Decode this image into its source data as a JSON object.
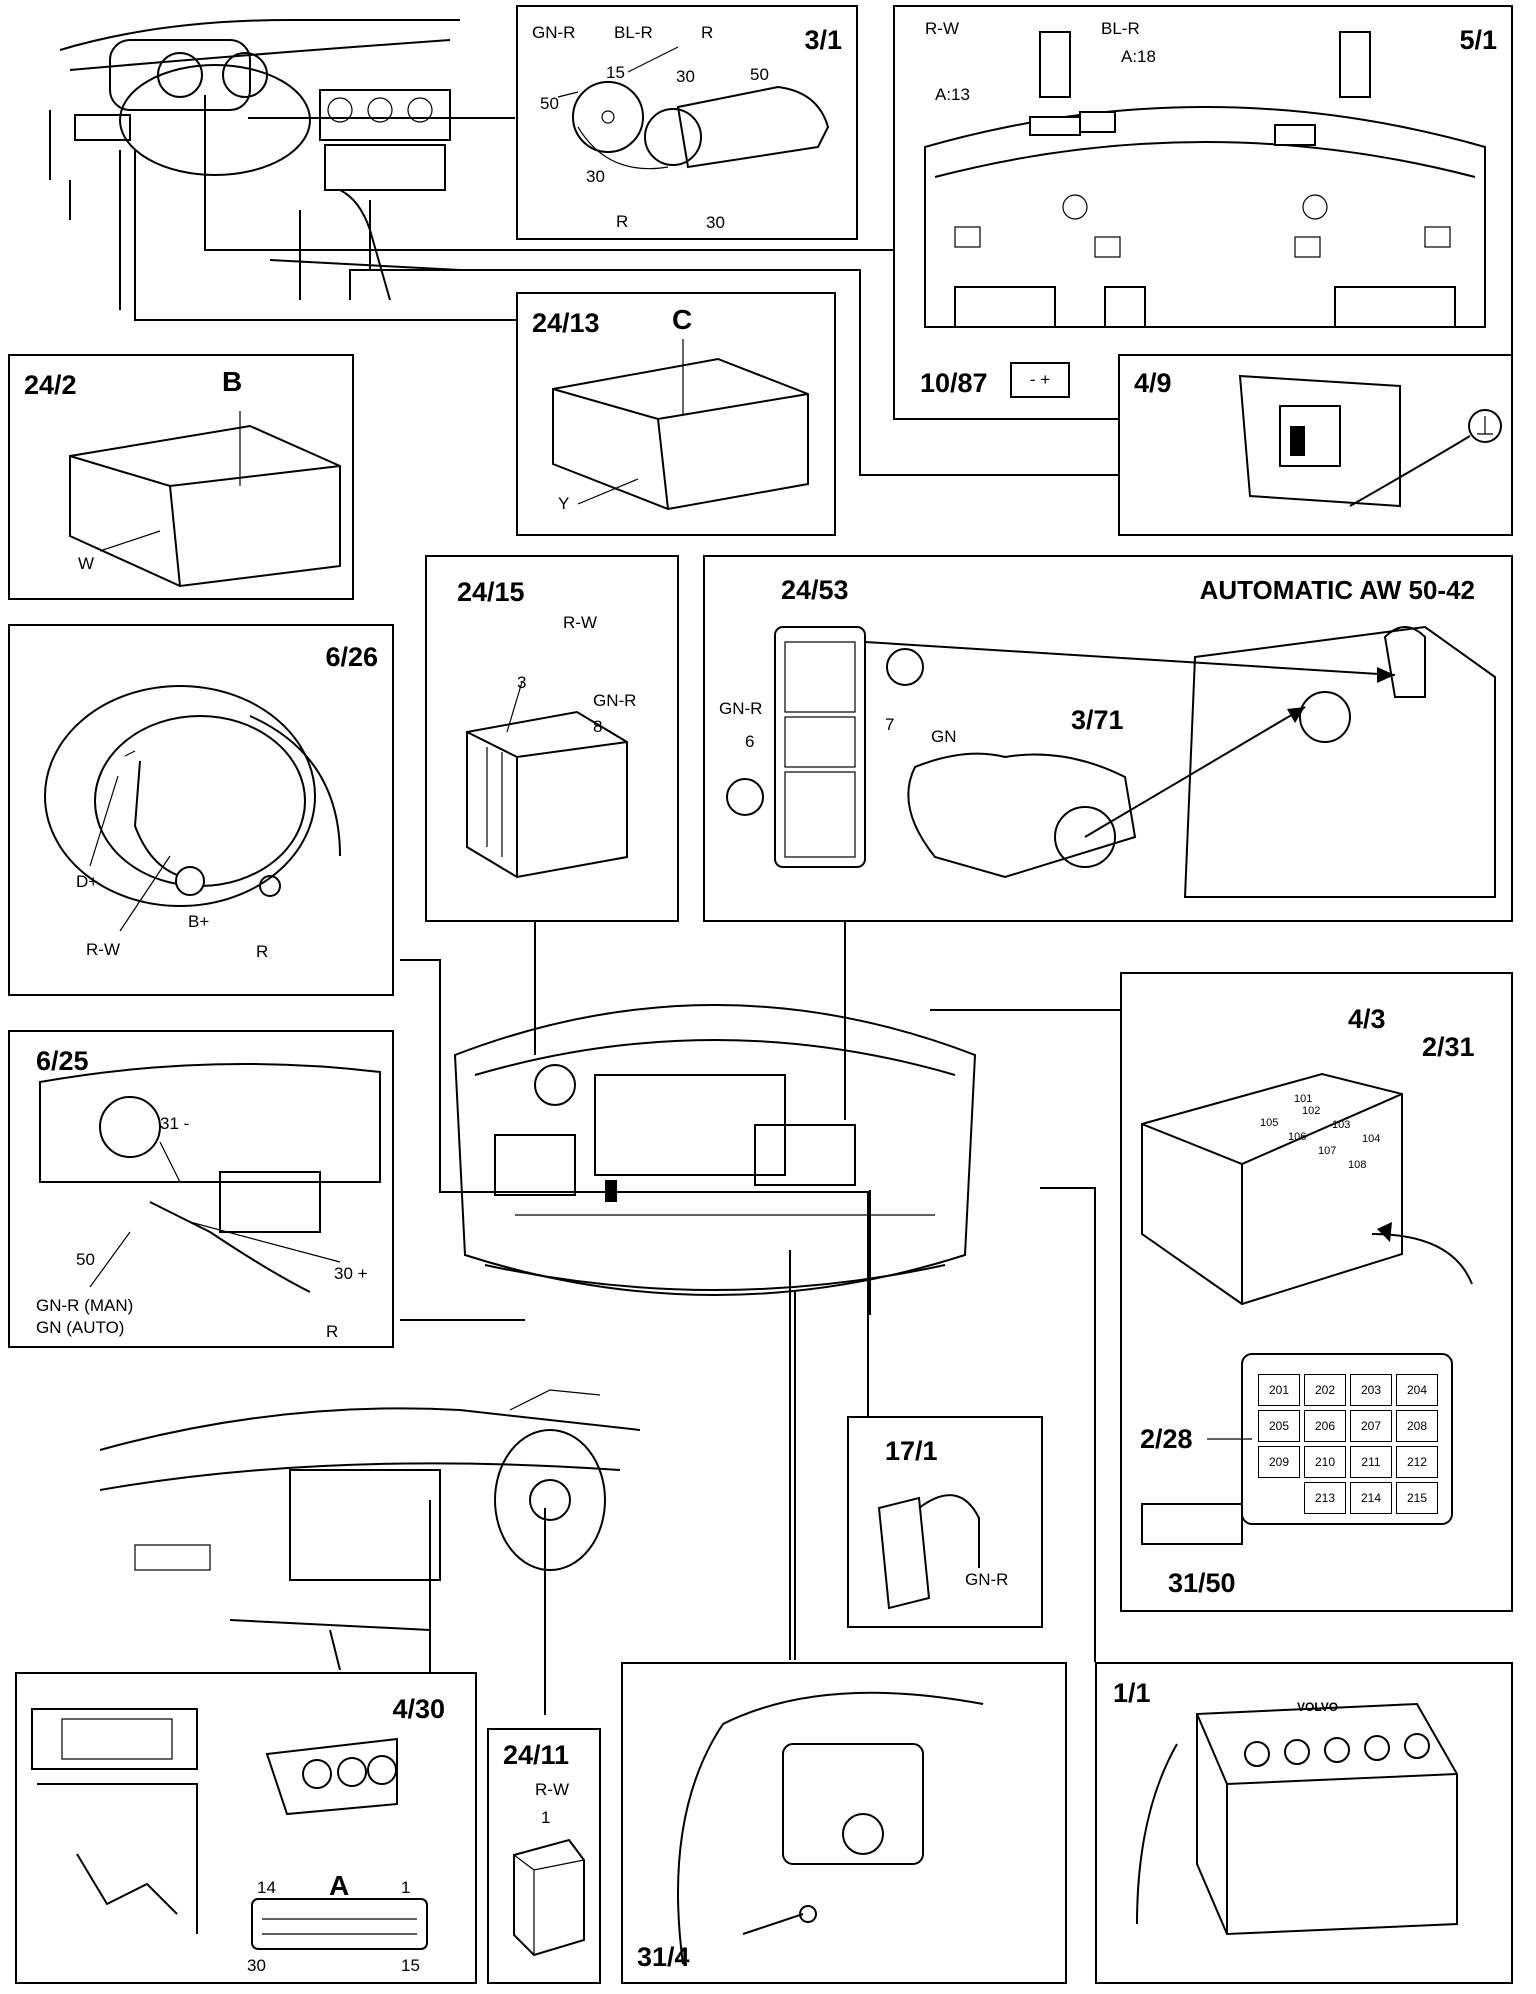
{
  "panels": {
    "p3_1": {
      "id": "3/1",
      "labels": [
        "GN-R",
        "BL-R",
        "R",
        "15",
        "30",
        "50",
        "50",
        "30",
        "R",
        "30"
      ]
    },
    "p5_1": {
      "id": "5/1",
      "labels": [
        "R-W",
        "BL-R",
        "A:18",
        "A:13"
      ]
    },
    "p10_87": {
      "id": "10/87",
      "battery_symbol": "- +"
    },
    "p24_2": {
      "id": "24/2",
      "labels": [
        "B",
        "W"
      ]
    },
    "p24_13": {
      "id": "24/13",
      "labels": [
        "C",
        "Y"
      ]
    },
    "p4_9": {
      "id": "4/9"
    },
    "p24_15": {
      "id": "24/15",
      "labels": [
        "R-W",
        "3",
        "GN-R",
        "8"
      ]
    },
    "p24_53": {
      "id": "24/53",
      "labels": [
        "GN-R",
        "6",
        "7",
        "GN"
      ]
    },
    "automatic": {
      "title": "AUTOMATIC AW 50-42"
    },
    "p3_71": {
      "id": "3/71"
    },
    "p6_26": {
      "id": "6/26",
      "labels": [
        "D+",
        "B+",
        "R-W",
        "R"
      ]
    },
    "p6_25": {
      "id": "6/25",
      "labels": [
        "31 -",
        "50",
        "30 +",
        "GN-R (MAN)",
        "GN (AUTO)",
        "R"
      ]
    },
    "p4_3": {
      "id": "4/3"
    },
    "p2_31": {
      "id": "2/31"
    },
    "fuses_top": [
      "101",
      "102",
      "103",
      "104",
      "105",
      "106",
      "107",
      "108"
    ],
    "fuses_bottom": [
      "201",
      "202",
      "203",
      "204",
      "205",
      "206",
      "207",
      "208",
      "209",
      "210",
      "211",
      "212",
      "213",
      "214",
      "215"
    ],
    "p2_28": {
      "id": "2/28"
    },
    "p31_50": {
      "id": "31/50"
    },
    "p17_1": {
      "id": "17/1",
      "labels": [
        "GN-R"
      ]
    },
    "p4_30": {
      "id": "4/30",
      "labels": [
        "A",
        "14",
        "1",
        "30",
        "15"
      ]
    },
    "p24_11": {
      "id": "24/11",
      "labels": [
        "R-W",
        "1"
      ]
    },
    "p31_4": {
      "id": "31/4"
    },
    "p1_1": {
      "id": "1/1",
      "brand": "VOLVO"
    }
  }
}
